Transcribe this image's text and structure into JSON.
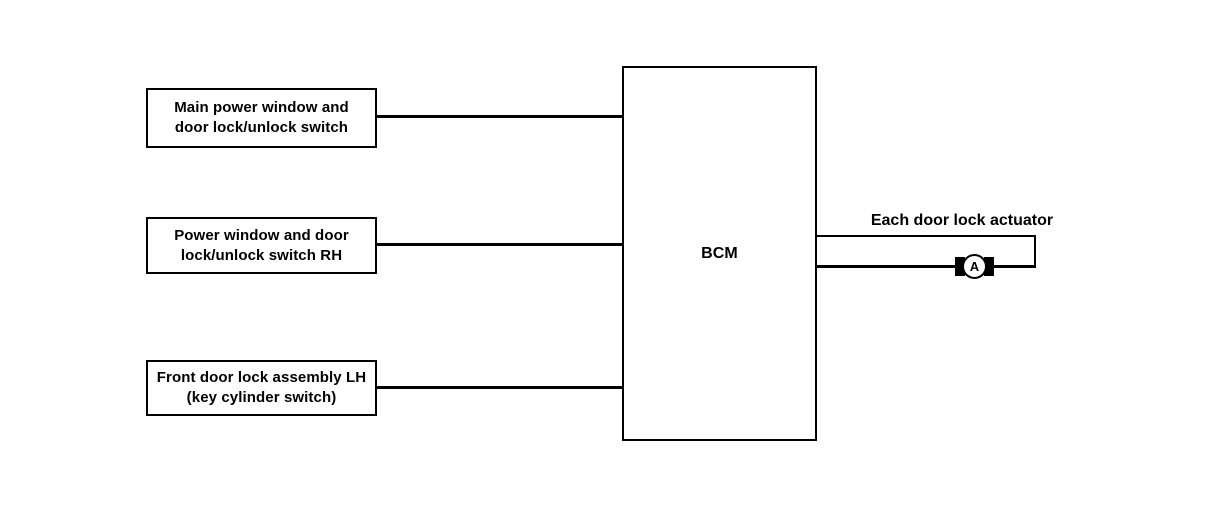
{
  "diagram": {
    "background_color": "#ffffff",
    "line_color": "#000000",
    "inputs": [
      {
        "line1": "Main power window and",
        "line2": "door lock/unlock switch"
      },
      {
        "line1": "Power window and door",
        "line2": "lock/unlock switch RH"
      },
      {
        "line1": "Front door lock assembly LH",
        "line2": "(key cylinder switch)"
      }
    ],
    "controller": {
      "label": "BCM"
    },
    "output": {
      "label": "Each door lock actuator",
      "motor_symbol_letter": "A"
    }
  }
}
